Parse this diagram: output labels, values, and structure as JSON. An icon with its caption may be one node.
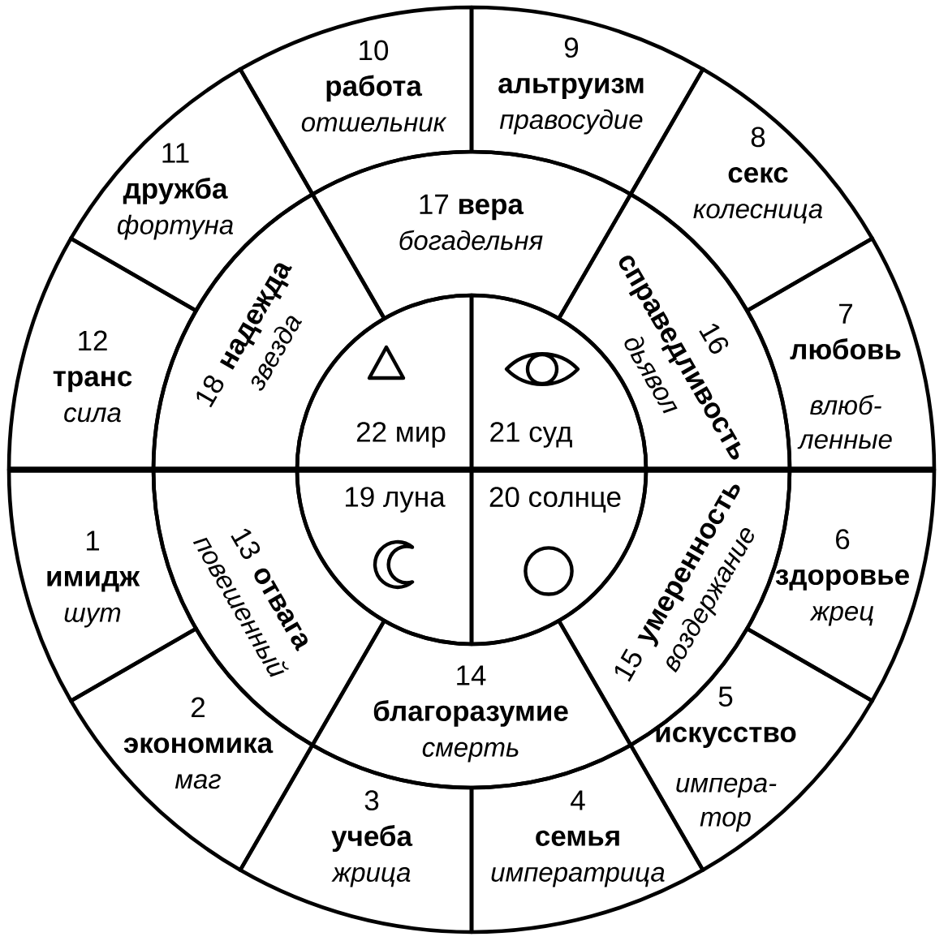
{
  "diagram": {
    "nodes": [
      {
        "text": [
          "1",
          "имидж",
          "шут"
        ]
      },
      {
        "text": [
          "2",
          "экономика",
          "маг"
        ]
      },
      {
        "text": [
          "3",
          "учеба",
          "жрица"
        ]
      },
      {
        "text": [
          "4",
          "семья",
          "императрица"
        ]
      },
      {
        "text": [
          "5",
          "искусство",
          "импера- тор"
        ]
      },
      {
        "text": [
          "6",
          "здоровье",
          "жрец"
        ]
      },
      {
        "text": [
          "7",
          "любовь",
          "влюб- ленные"
        ]
      },
      {
        "text": [
          "8",
          "секс",
          "колесница"
        ]
      },
      {
        "text": [
          "9",
          "альтруизм",
          "правосудие"
        ]
      },
      {
        "text": [
          "10",
          "работа",
          "отшельник"
        ]
      },
      {
        "text": [
          "11",
          "дружба",
          "фортуна"
        ]
      },
      {
        "text": [
          "12",
          "транс",
          "сила"
        ]
      },
      {
        "text": [
          "13 **отвага**",
          "повешенный"
        ]
      },
      {
        "text": [
          "14",
          "благоразумие",
          "смерть"
        ]
      },
      {
        "text": [
          "15 **умеренность**",
          "воздержание"
        ]
      },
      {
        "text": [
          "16",
          "справедливость",
          "дьявол"
        ]
      },
      {
        "text": [
          "17 **вера**",
          "богадельня"
        ]
      },
      {
        "text": [
          "18 **надежда**",
          "звезда"
        ]
      },
      {
        "text": [
          "19 луна"
        ]
      },
      {
        "text": [
          "20 солнце"
        ]
      },
      {
        "text": [
          "21 суд"
        ]
      },
      {
        "text": [
          "22 мир"
        ]
      }
    ]
  }
}
